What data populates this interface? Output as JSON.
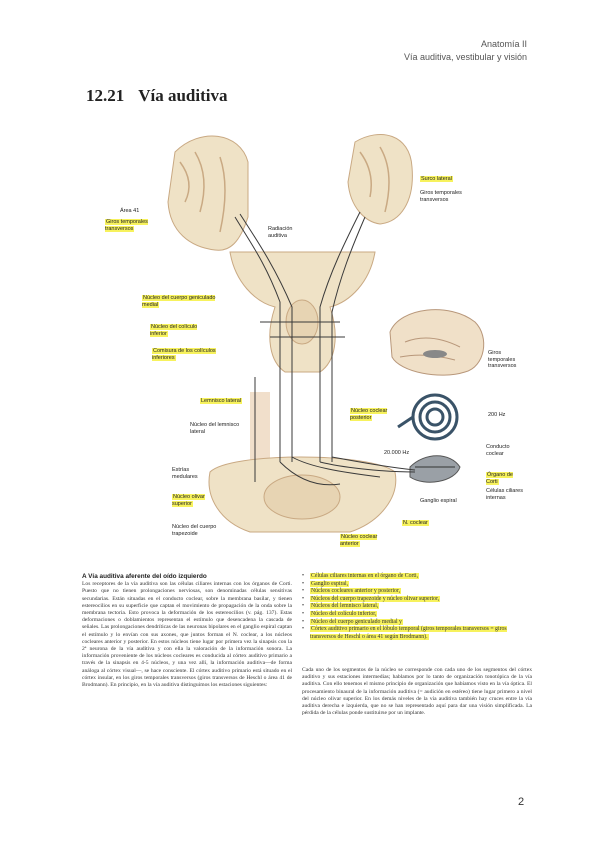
{
  "header": {
    "subject": "Anatomía II",
    "topic": "Vía auditiva, vestibular y visión"
  },
  "title": {
    "number": "12.21",
    "text": "Vía auditiva"
  },
  "figure_labels": {
    "areas41": "Área 41",
    "giros_transversos": "Giros temporales transversos",
    "radiacion": "Radiación auditiva",
    "surco_lateral": "Surco lateral",
    "giros_temporales_transversos_right": "Giros temporales transversos",
    "nucleo_geniculado": "Núcleo del cuerpo geniculado medial",
    "nucleo_coliculo": "Núcleo del colículo inferior",
    "comisura": "Comisura de los colículos inferiores",
    "giros_temporales_3": "Giros temporales transversos",
    "lemnisco": "Lemnisco lateral",
    "nucleo_lemnisco": "Núcleo del lemnisco lateral",
    "hz200": "200 Hz",
    "hz20000": "20.000 Hz",
    "nucleo_coclear_posterior": "Núcleo coclear posterior",
    "conducto_coclear": "Conducto coclear",
    "organo_corti": "Órgano de Corti",
    "estrias": "Estrías medulares",
    "ganglio_espiral": "Ganglio espiral",
    "celulas_ciliares": "Células ciliares internas",
    "nucleo_olivar": "Núcleo olivar superior",
    "nervio_coclear": "N. coclear",
    "nucleo_trapezoide": "Núcleo del cuerpo trapezoide",
    "nucleo_coclear_anterior": "Núcleo coclear anterior"
  },
  "section_a": {
    "heading": "A Vía auditiva aferente del oído izquierdo",
    "body": "Los receptores de la vía auditiva son las células ciliares internas con los órganos de Corti. Puesto que no tienen prolongaciones nerviosas, son denominadas células sensitivas secundarias. Están situadas en el conducto coclear, sobre la membrana basilar, y tienen estereocilios en su superficie que captan el movimiento de propagación de la onda sobre la membrana tectoria. Esto provoca la deformación de los estereocilios (v. pág. 137). Estas deformaciones o doblamientos representan el estímulo que desencadena la cascada de señales. Las prolongaciones dendríticas de las neuronas bipolares en el ganglio espiral captan el estímulo y lo envían con sus axones, que juntos forman el N. coclear, a los núcleos cocleares anterior y posterior. En estos núcleos tiene lugar por primera vez la sinapsis con la 2ª neurona de la vía auditiva y con ella la valoración de la información sonora. La información proveniente de los núcleos cocleares es conducida al córtex auditivo primario a través de la sinapsis en 4-5 núcleos, y una vez allí, la información auditiva—de forma análoga al córtex visual—, se hace consciente. El córtex auditivo primario está situado en el córtex insular, en los giros temporales transversos (giros transversos de Heschl o área 41 de Brodmann). En principio, en la vía auditiva distinguimos los estaciones siguientes:"
  },
  "stations": [
    "Células ciliares internas en el órgano de Corti,",
    "Ganglio espiral,",
    "Núcleos cocleares anterior y posterior,",
    "Núcleos del cuerpo trapezoide y núcleo olivar superior,",
    "Núcleos del lemnisco lateral,",
    "Núcleo del colículo inferior,",
    "Núcleo del cuerpo geniculado medial y",
    "Córtex auditivo primario en el lóbulo temporal (giros temporales transversos = giros transversos de Heschl o área 41 según Brodmann)."
  ],
  "para2": "Cada uno de los segmentos de la núcleo se corresponde con cada uno de los segmentos del córtex auditivo y sus estaciones intermedias; hablamos por lo tanto de organización tonotópica de la vía auditiva. Con ello tenemos el mismo principio de organización que habíamos visto en la vía óptica. El procesamiento binaural de la información auditiva (= audición en estéreo) tiene lugar primero a nivel del núcleo olivar superior. En los demás niveles de la vía auditiva también hay cruces entre la vía auditiva derecha e izquierda, que no se han representado aquí para dar una visión simplificada. La pérdida de la células ponde sustituirse por un implante.",
  "page_number": "2",
  "colors": {
    "highlight": "#f7f25d",
    "brain": "#efe2c6",
    "brain_sulci": "#c9a983",
    "pathway": "#3a3a3a"
  }
}
